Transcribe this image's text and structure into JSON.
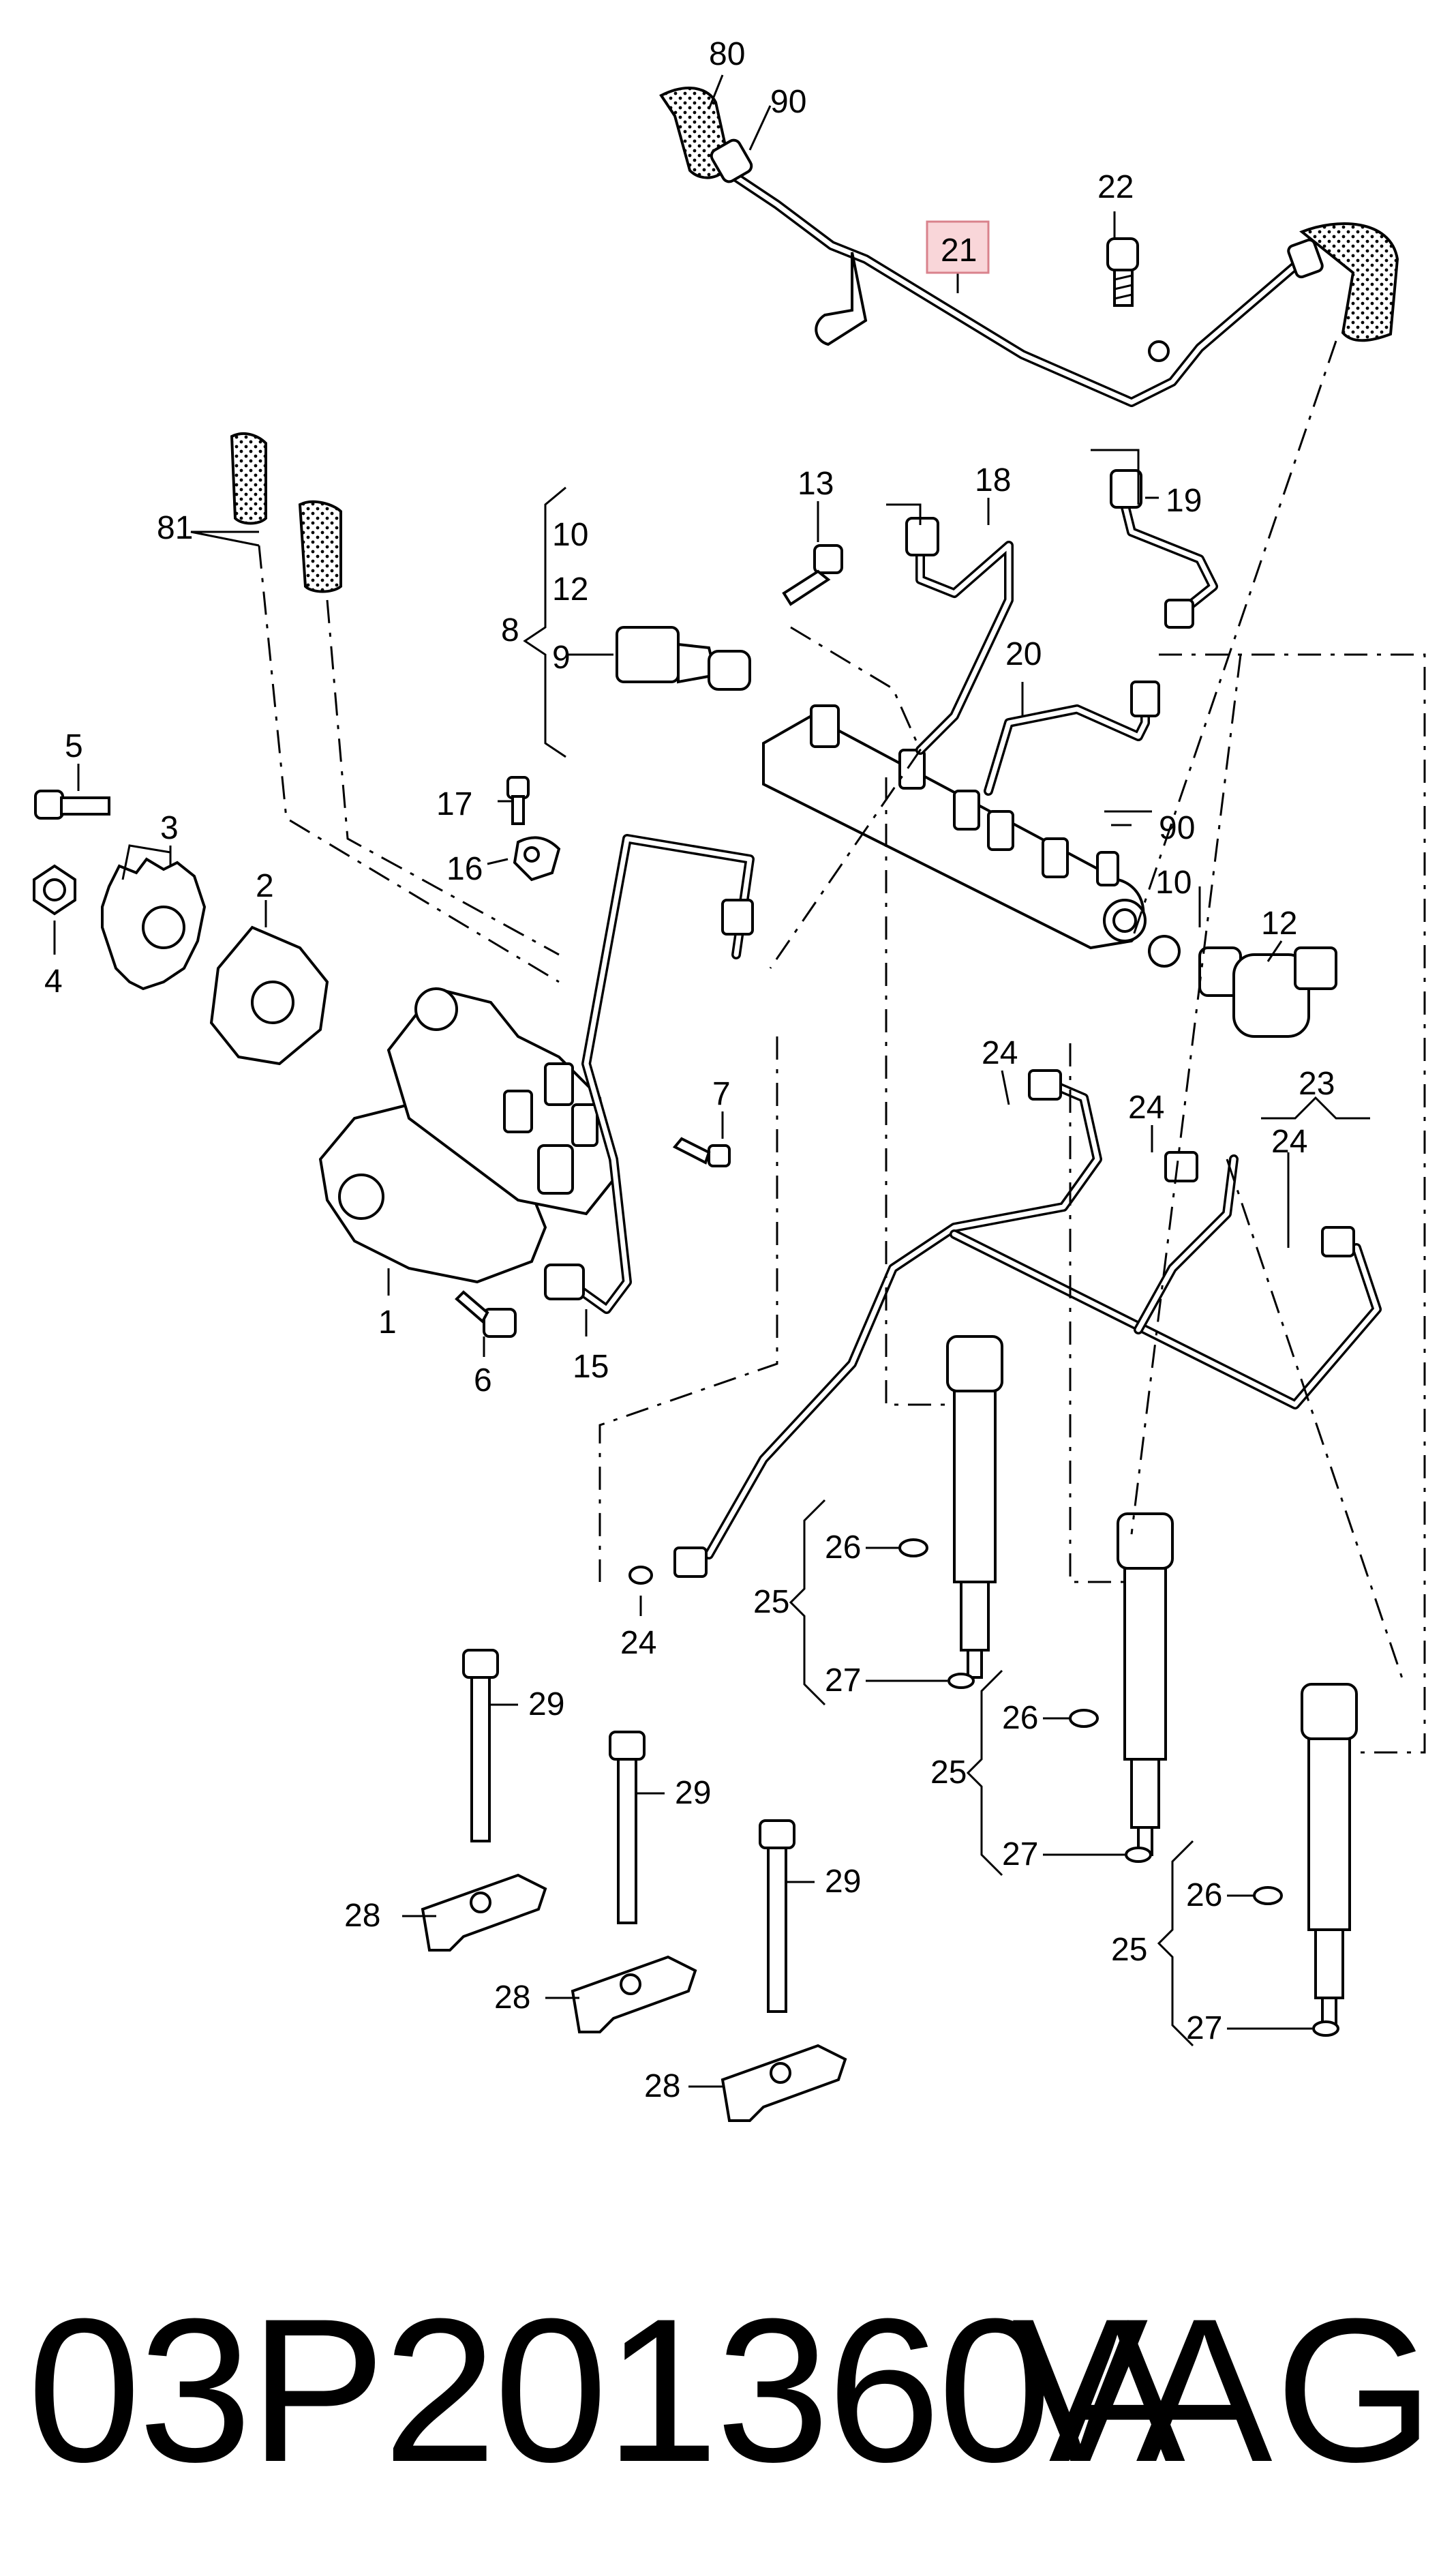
{
  "footer": {
    "part_number": "03P201360A",
    "brand": "VAG"
  },
  "highlight": {
    "label": "21",
    "fill": "#f9d6d9",
    "stroke": "#d9828c"
  },
  "labels": {
    "l80": "80",
    "l90a": "90",
    "l22": "22",
    "l21": "21",
    "l13": "13",
    "l18": "18",
    "l19": "19",
    "l10a": "10",
    "l12a": "12",
    "l8": "8",
    "l9": "9",
    "l20": "20",
    "l81": "81",
    "l90b": "90",
    "l5": "5",
    "l3": "3",
    "l2": "2",
    "l17": "17",
    "l16": "16",
    "l10b": "10",
    "l12b": "12",
    "l4": "4",
    "l7": "7",
    "l24a": "24",
    "l23": "23",
    "l24b": "24",
    "l24c": "24",
    "l1": "1",
    "l6": "6",
    "l15": "15",
    "l26a": "26",
    "l25a": "25",
    "l27a": "27",
    "l24d": "24",
    "l29a": "29",
    "l29b": "29",
    "l29c": "29",
    "l26b": "26",
    "l25b": "25",
    "l27b": "27",
    "l26c": "26",
    "l25c": "25",
    "l27c": "27",
    "l28a": "28",
    "l28b": "28",
    "l28c": "28"
  }
}
